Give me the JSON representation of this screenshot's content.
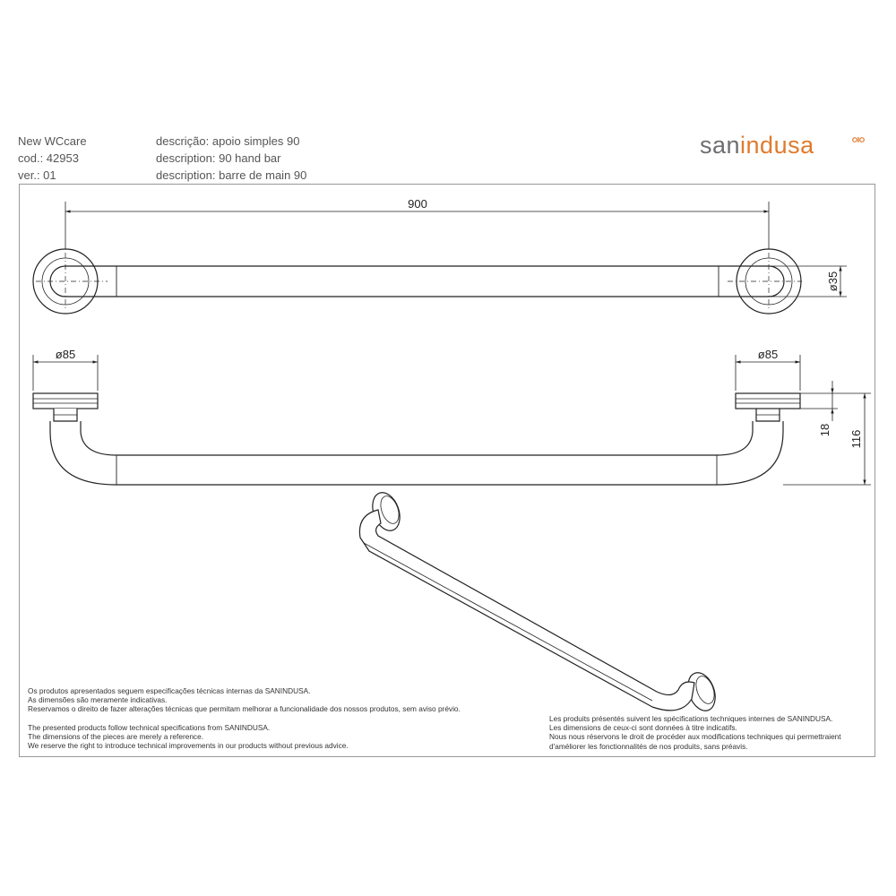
{
  "header": {
    "product_line": "New WCcare",
    "code": "cod.: 42953",
    "version": "ver.: 01",
    "desc_pt": "descrição: apoio simples 90",
    "desc_en": "description: 90 hand bar",
    "desc_fr": "description: barre de main 90"
  },
  "logo": {
    "part1": "san",
    "part2": "indusa"
  },
  "dimensions": {
    "length": "900",
    "tube_diameter": "ø35",
    "flange_diameter_left": "ø85",
    "flange_diameter_right": "ø85",
    "flange_depth": "18",
    "projection": "116"
  },
  "notes": {
    "pt": [
      "Os produtos apresentados seguem especificações técnicas internas da SANINDUSA.",
      "As dimensões são meramente indicativas.",
      "Reservamos o direito de fazer alterações técnicas que permitam melhorar a funcionalidade dos nossos produtos, sem aviso prévio."
    ],
    "en": [
      "The presented products follow technical specifications from SANINDUSA.",
      "The dimensions of the pieces are merely a reference.",
      "We reserve the right to introduce technical improvements in our products without previous advice."
    ],
    "fr": [
      "Les produits présentés suivent les spécifications techniques internes de SANINDUSA.",
      "Les dimensions de ceux-ci sont données à titre indicatifs.",
      "Nous nous réservons le droit de procéder aux modifications techniques qui permettraient",
      "d'améliorer les fonctionnalités de nos produits, sans préavis."
    ]
  },
  "colors": {
    "brand_orange": "#e07a2c",
    "brand_gray": "#6d6e71",
    "line": "#222222"
  }
}
